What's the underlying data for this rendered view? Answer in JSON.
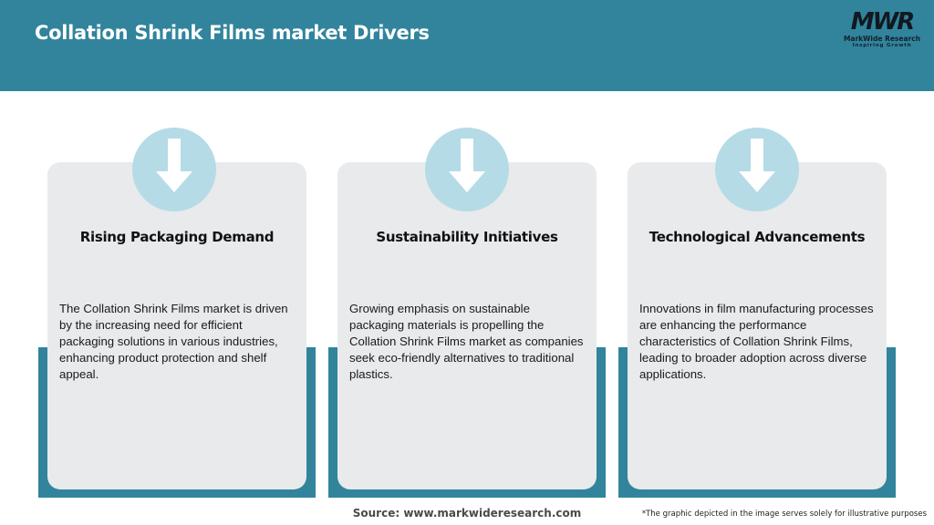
{
  "header": {
    "title": "Collation Shrink Films market Drivers",
    "background_color": "#31849c"
  },
  "logo": {
    "mark": "MWR",
    "name": "MarkWide Research",
    "tagline": "Inspiring Growth"
  },
  "cards": [
    {
      "icon": "arrow-down-icon",
      "title": "Rising Packaging Demand",
      "text": "The Collation Shrink Films market is driven by the increasing need for efficient packaging solutions in various industries, enhancing product protection and shelf appeal."
    },
    {
      "icon": "arrow-down-icon",
      "title": "Sustainability Initiatives",
      "text": "Growing emphasis on sustainable packaging materials is propelling the Collation Shrink Films market as companies seek eco-friendly alternatives to traditional plastics."
    },
    {
      "icon": "arrow-down-icon",
      "title": "Technological Advancements",
      "text": "Innovations in film manufacturing processes are enhancing the performance characteristics of Collation Shrink Films, leading to broader adoption across diverse applications."
    }
  ],
  "colors": {
    "accent": "#31849c",
    "card_bg": "#e8eaeb",
    "icon_circle": "#b5dbe6"
  },
  "footer": {
    "source": "Source: www.markwideresearch.com",
    "disclaimer": "*The graphic depicted in the image serves solely for illustrative purposes"
  }
}
